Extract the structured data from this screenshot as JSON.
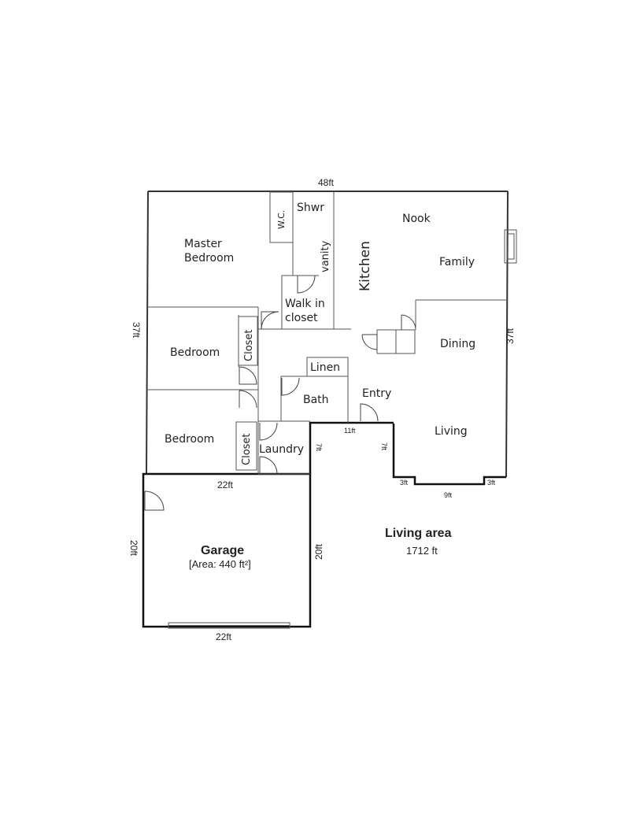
{
  "plan": {
    "rooms": {
      "master_bedroom_l1": "Master",
      "master_bedroom_l2": "Bedroom",
      "wc": "W.C.",
      "shwr": "Shwr",
      "vanity": "vanity",
      "walkin_l1": "Walk in",
      "walkin_l2": "closet",
      "kitchen": "Kitchen",
      "nook": "Nook",
      "family": "Family",
      "dining": "Dining",
      "bedroom_1": "Bedroom",
      "closet_1": "Closet",
      "linen": "Linen",
      "bath": "Bath",
      "entry": "Entry",
      "bedroom_2": "Bedroom",
      "closet_2": "Closet",
      "laundry": "Laundry",
      "living": "Living",
      "garage": "Garage"
    },
    "dimensions": {
      "top": "48ft",
      "left": "37ft",
      "right": "37ft",
      "entry_top": "11ft",
      "entry_left": "7ft",
      "entry_right": "7ft",
      "living_left_step": "3ft",
      "living_right_step": "3ft",
      "living_bottom": "9ft",
      "garage_top": "22ft",
      "garage_left": "20ft",
      "garage_right": "20ft",
      "garage_bottom": "22ft"
    },
    "garage_area": "[Area: 440 ft²]",
    "living_area_title": "Living area",
    "living_area_value": "1712 ft"
  }
}
